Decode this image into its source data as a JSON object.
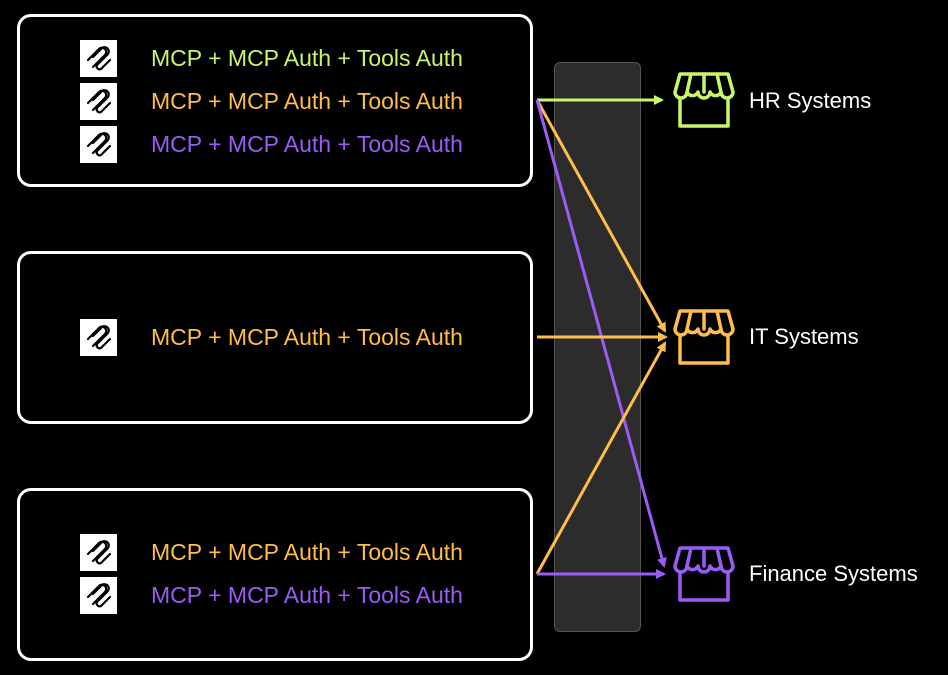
{
  "colors": {
    "hr": "#c8f56b",
    "it": "#ffbd4a",
    "finance": "#9a5cf5"
  },
  "groups": [
    {
      "name": "group-1",
      "connections": [
        {
          "label": "MCP + MCP Auth + Tools Auth",
          "target": "hr",
          "color": "#c8f56b",
          "icon": "mcp-icon"
        },
        {
          "label": "MCP + MCP Auth + Tools Auth",
          "target": "it",
          "color": "#ffbd4a",
          "icon": "mcp-icon"
        },
        {
          "label": "MCP + MCP Auth + Tools Auth",
          "target": "finance",
          "color": "#9a5cf5",
          "icon": "mcp-icon"
        }
      ]
    },
    {
      "name": "group-2",
      "connections": [
        {
          "label": "MCP + MCP Auth + Tools Auth",
          "target": "it",
          "color": "#ffbd4a",
          "icon": "mcp-icon"
        }
      ]
    },
    {
      "name": "group-3",
      "connections": [
        {
          "label": "MCP + MCP Auth + Tools Auth",
          "target": "it",
          "color": "#ffbd4a",
          "icon": "mcp-icon"
        },
        {
          "label": "MCP + MCP Auth + Tools Auth",
          "target": "finance",
          "color": "#9a5cf5",
          "icon": "mcp-icon"
        }
      ]
    }
  ],
  "systems": {
    "hr": {
      "label": "HR Systems",
      "icon": "store-icon",
      "color": "#c8f56b"
    },
    "it": {
      "label": "IT Systems",
      "icon": "store-icon",
      "color": "#ffbd4a"
    },
    "finance": {
      "label": "Finance Systems",
      "icon": "store-icon",
      "color": "#9a5cf5"
    }
  }
}
